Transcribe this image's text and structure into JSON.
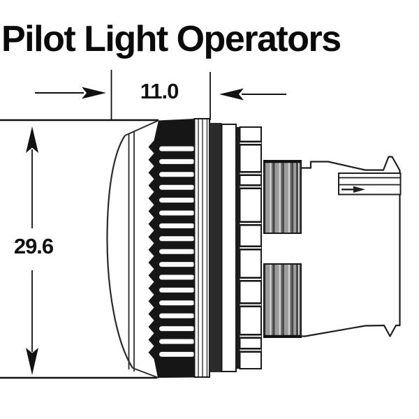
{
  "title": "Pilot Light Operators",
  "drawing": {
    "name": "pilot-light-operator-side-view",
    "dimension_width_label": "11.0",
    "dimension_height_label": "29.6",
    "line_color": "#1a1a1a",
    "knurl_color": "#161616",
    "thread_color": "#9c9c9c",
    "parts": [
      "lens-dome",
      "knurled-lens-ring",
      "bezel-ring",
      "mounting-flange",
      "castellated-ring",
      "threaded-barrel",
      "operator-body",
      "release-latch-tab"
    ]
  }
}
